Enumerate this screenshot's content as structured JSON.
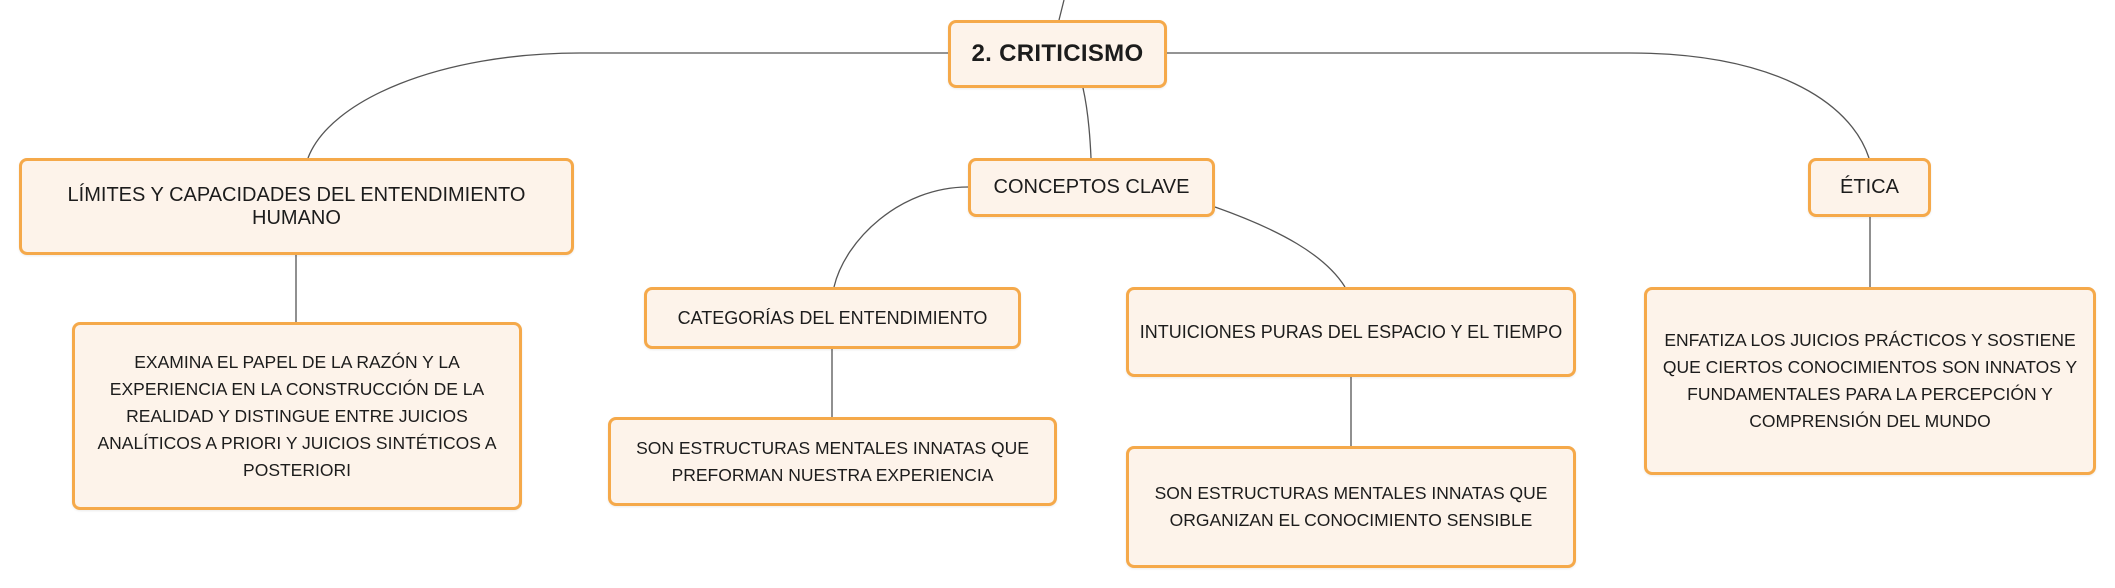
{
  "colors": {
    "node_fill": "#fdf3ea",
    "node_border": "#f5a94a",
    "connector": "#555555",
    "text": "#1c1c1c"
  },
  "map": {
    "root": {
      "label": "2. CRITICISMO"
    },
    "limites": {
      "label": "LÍMITES Y CAPACIDADES DEL ENTENDIMIENTO HUMANO"
    },
    "limites_detail": {
      "label": "EXAMINA EL PAPEL DE LA RAZÓN Y LA EXPERIENCIA EN LA CONSTRUCCIÓN DE LA REALIDAD Y DISTINGUE ENTRE JUICIOS ANALÍTICOS A PRIORI Y JUICIOS SINTÉTICOS A POSTERIORI"
    },
    "conceptos": {
      "label": "CONCEPTOS CLAVE"
    },
    "categorias": {
      "label": "CATEGORÍAS DEL ENTENDIMIENTO"
    },
    "categorias_detail": {
      "label": "SON ESTRUCTURAS MENTALES INNATAS QUE PREFORMAN NUESTRA EXPERIENCIA"
    },
    "intuiciones": {
      "label": "INTUICIONES PURAS DEL ESPACIO Y EL TIEMPO"
    },
    "intuiciones_detail": {
      "label": "SON ESTRUCTURAS MENTALES INNATAS QUE ORGANIZAN EL CONOCIMIENTO SENSIBLE"
    },
    "etica": {
      "label": "ÉTICA"
    },
    "etica_detail": {
      "label": "ENFATIZA LOS JUICIOS PRÁCTICOS Y SOSTIENE QUE CIERTOS CONOCIMIENTOS SON INNATOS Y FUNDAMENTALES PARA LA PERCEPCIÓN Y COMPRENSIÓN DEL MUNDO"
    }
  }
}
